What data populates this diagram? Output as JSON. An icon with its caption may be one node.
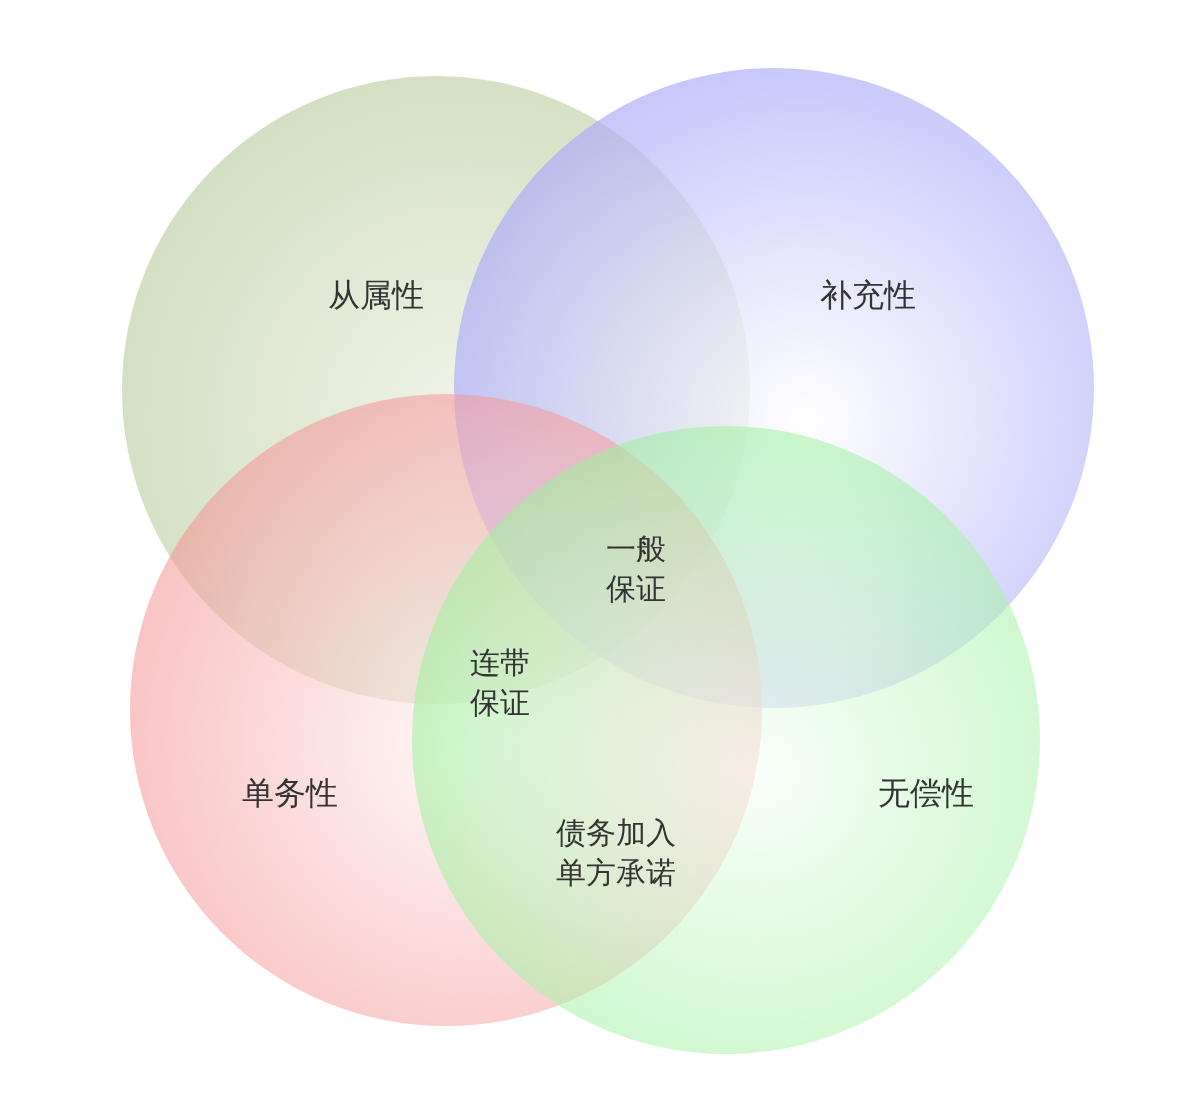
{
  "diagram": {
    "nodes": [
      {
        "text": [
          "从属性"
        ]
      },
      {
        "text": [
          "补充性"
        ]
      },
      {
        "text": [
          "单务性"
        ]
      },
      {
        "text": [
          "无偿性"
        ]
      }
    ],
    "labels": [
      "一般保证",
      "连带保证",
      "债务加入单方承诺"
    ]
  }
}
